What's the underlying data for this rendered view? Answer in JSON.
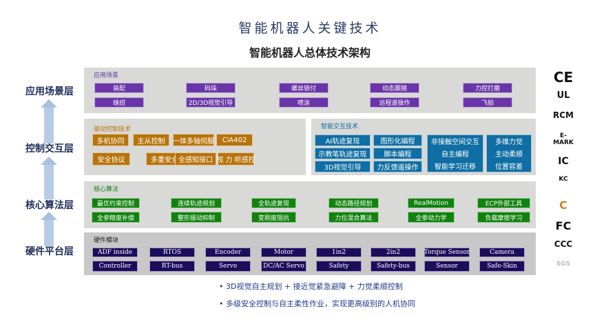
{
  "title": "智能机器人关键技术",
  "subtitle": "智能机器人总体技术架构",
  "layers": [
    "应用场景层",
    "控制交互层",
    "核心算法层",
    "硬件平台层"
  ],
  "application": {
    "title": "应用场景",
    "row1": [
      "装配",
      "码垛",
      "螺丝锁付",
      "动态跟随",
      "力控打磨"
    ],
    "row2": [
      "缝纫",
      "2D/3D视觉引导",
      "喷涂",
      "远程遥操作",
      "飞拍"
    ]
  },
  "drive": {
    "title": "驱动控制技术",
    "row1": [
      "多机协同",
      "主从控制",
      "一体多轴伺服",
      "CiA402"
    ],
    "row2": [
      "安全协议",
      "多重安全",
      "全感知接口",
      "视 力 听感控"
    ]
  },
  "interaction": {
    "title": "智能交互技术",
    "col1": [
      "AI轨迹复现",
      "示教笔轨迹复现",
      "3D视觉引导"
    ],
    "col2": [
      "图形化编程",
      "脚本编程",
      "力反馈遥操作"
    ],
    "col3": [
      "非接触空间交互",
      "自主编程",
      "智能学习迁移"
    ],
    "col4": [
      "多维力觉",
      "主动柔顺",
      "位置容差"
    ]
  },
  "algorithm": {
    "title": "核心算法",
    "row1": [
      "最优约束控制",
      "连续轨迹规划",
      "全轨迹复现",
      "动态路径规划",
      "RealMotion",
      "ECP外部工具"
    ],
    "row2": [
      "全参精度补偿",
      "整形振动抑制",
      "变刚度阻抗",
      "力位混合算法",
      "全参动力学",
      "负载摩擦学习"
    ]
  },
  "hardware": {
    "title": "硬件模块",
    "row1": [
      "ADF inside",
      "RTOS",
      "Encoder",
      "Motor",
      "1in2",
      "2in2",
      "Torque Sensor",
      "Camera"
    ],
    "row2": [
      "Controller",
      "RT-bus",
      "Servo",
      "DC/AC Servo",
      "Safety",
      "Safety-bus",
      "Sensor",
      "Safe-Skin"
    ]
  },
  "bullets": [
    "3D视觉自主规划 + 接近觉紧急避障 + 力觉柔顺控制",
    "多级安全控制与自主柔性作业，实现更高级别的人机协同"
  ],
  "certifications": [
    "CE",
    "UL",
    "RCM",
    "E-MARK",
    "IC",
    "KC",
    "C",
    "FC",
    "CCC",
    "SGS"
  ]
}
